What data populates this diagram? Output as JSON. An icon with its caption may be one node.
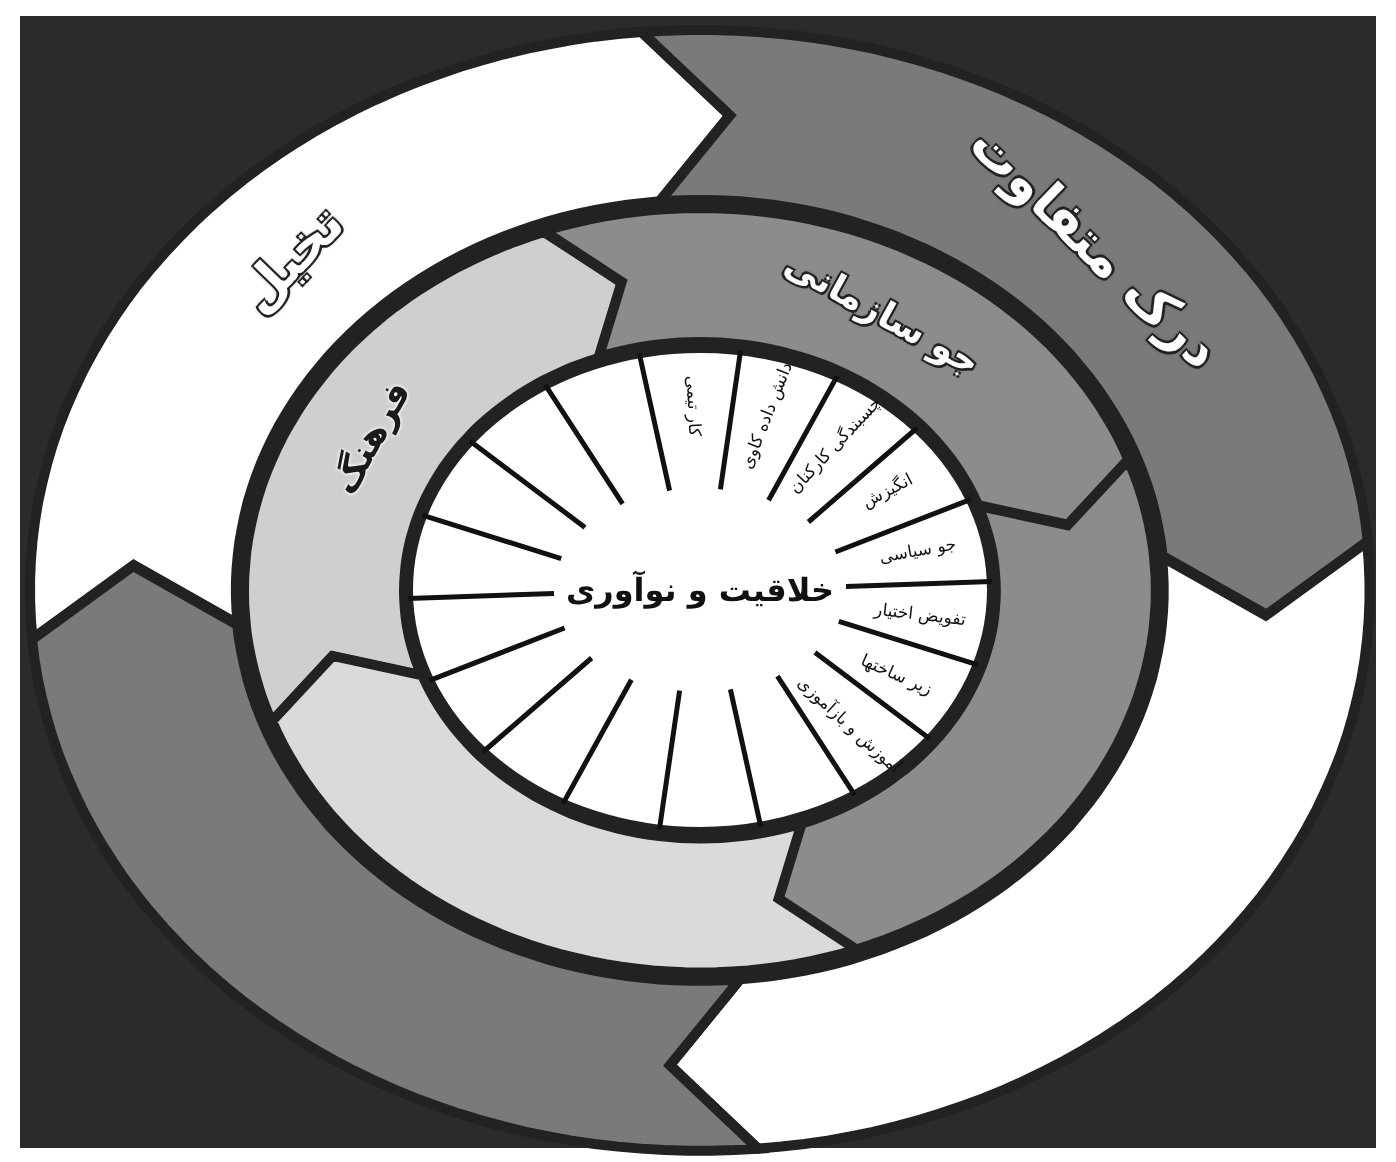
{
  "diagram": {
    "nodes": [
      {
        "text": [
          "تخیل"
        ]
      },
      {
        "text": [
          "درک متفاوت"
        ]
      },
      {
        "text": [],
        "shape": "arrow"
      },
      {
        "text": [],
        "shape": "arrow"
      },
      {
        "text": [
          "فرهنگ"
        ]
      },
      {
        "text": [
          "جو سازمانی"
        ]
      },
      {
        "text": [],
        "shape": "arrow"
      },
      {
        "text": [],
        "shape": "arrow"
      },
      {
        "text": [
          "خلاقیت و نوآوری"
        ]
      },
      {
        "text": [
          "کار تیمی"
        ],
        "in": 8
      },
      {
        "text": [
          "دانش داده کاوی"
        ],
        "in": 8
      },
      {
        "text": [
          "چسبندگی کارکنان"
        ],
        "in": 8
      },
      {
        "text": [
          "انگیزش"
        ],
        "in": 8
      },
      {
        "text": [
          "جو سیاسی"
        ],
        "in": 8
      },
      {
        "text": [
          "تفویض اختیار"
        ],
        "in": 8
      },
      {
        "text": [
          "زیر ساختها"
        ],
        "in": 8
      },
      {
        "text": [
          "آموزش و بازآموزی"
        ],
        "in": 8
      }
    ]
  }
}
